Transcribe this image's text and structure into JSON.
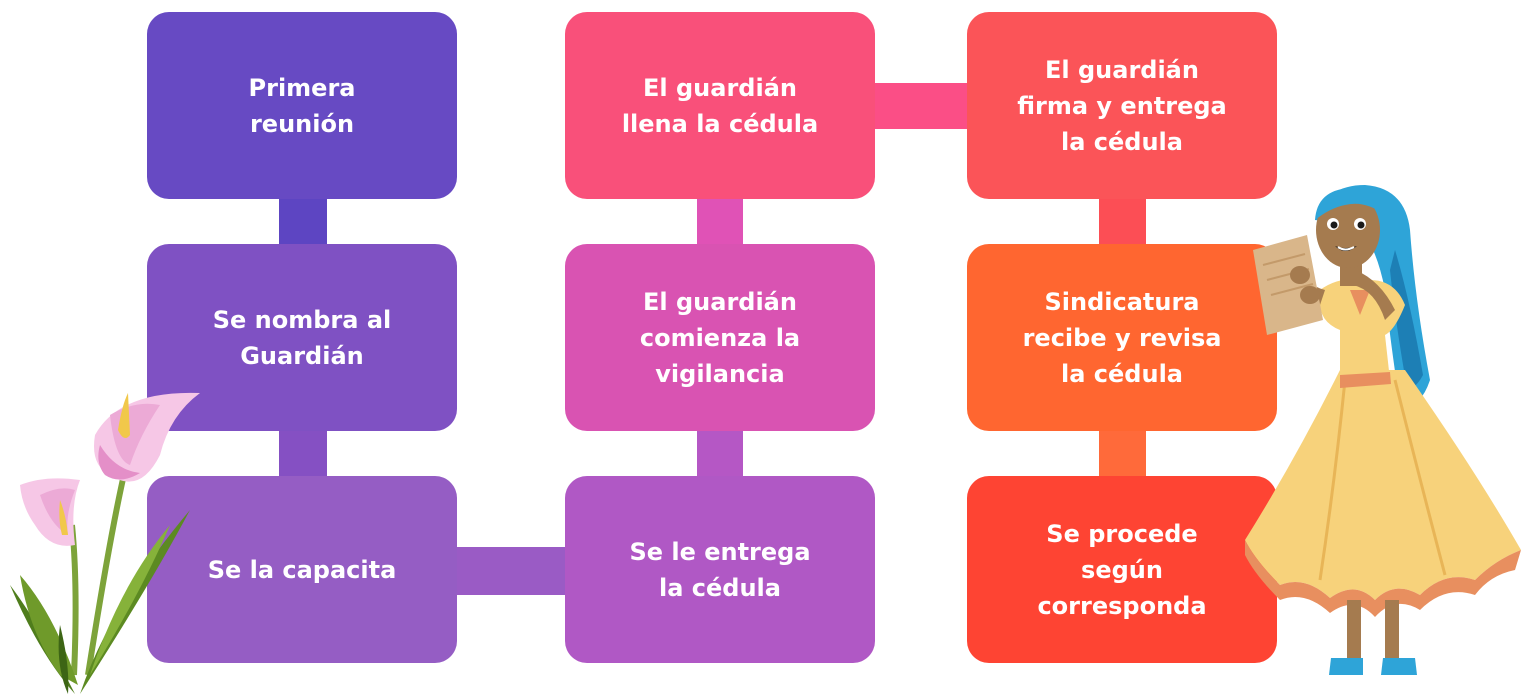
{
  "diagram": {
    "steps": [
      {
        "id": "primera-reunion",
        "label": "Primera\nreunión",
        "color": "#674ac3"
      },
      {
        "id": "nombra-guardian",
        "label": "Se nombra al\nGuardián",
        "color": "#7f51c3"
      },
      {
        "id": "capacita",
        "label": "Se la capacita",
        "color": "#955dc4"
      },
      {
        "id": "entrega-cedula",
        "label": "Se le entrega\nla cédula",
        "color": "#b058c5"
      },
      {
        "id": "comienza-vigilancia",
        "label": "El guardián\ncomienza la\nvigilancia",
        "color": "#d953b2"
      },
      {
        "id": "llena-cedula",
        "label": "El guardián\nllena la cédula",
        "color": "#f9507a"
      },
      {
        "id": "firma-entrega",
        "label": "El guardián\nfirma y entrega\nla cédula",
        "color": "#fb5458"
      },
      {
        "id": "sindicatura-revisa",
        "label": "Sindicatura\nrecibe y revisa\nla cédula",
        "color": "#ff6630"
      },
      {
        "id": "procede",
        "label": "Se procede\nsegún\ncorresponda",
        "color": "#fe4433"
      }
    ],
    "connections": [
      {
        "from": "primera-reunion",
        "to": "nombra-guardian",
        "color": "#5d45c2"
      },
      {
        "from": "nombra-guardian",
        "to": "capacita",
        "color": "#8550c3"
      },
      {
        "from": "capacita",
        "to": "entrega-cedula",
        "color": "#9a5bc5"
      },
      {
        "from": "entrega-cedula",
        "to": "comienza-vigilancia",
        "color": "#b557c5"
      },
      {
        "from": "comienza-vigilancia",
        "to": "llena-cedula",
        "color": "#e052b6"
      },
      {
        "from": "llena-cedula",
        "to": "firma-entrega",
        "color": "#fb4e86"
      },
      {
        "from": "firma-entrega",
        "to": "sindicatura-revisa",
        "color": "#fc4e55"
      },
      {
        "from": "sindicatura-revisa",
        "to": "procede",
        "color": "#ff6a3a"
      }
    ]
  },
  "illustrations": {
    "flower": "calla-lily-illustration",
    "woman": "woman-reading-document-illustration"
  }
}
